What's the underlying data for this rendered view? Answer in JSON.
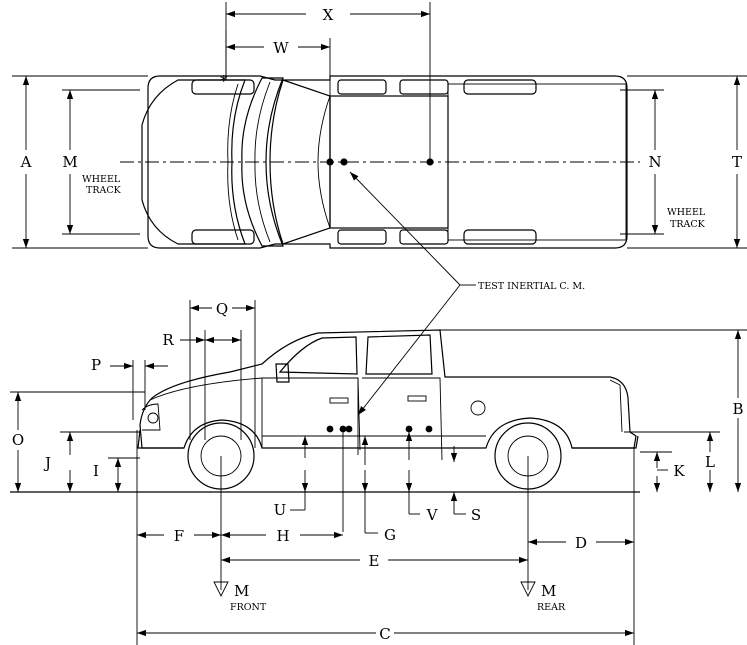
{
  "labels": {
    "A": "A",
    "B": "B",
    "C": "C",
    "D": "D",
    "E": "E",
    "F": "F",
    "G": "G",
    "H": "H",
    "I": "I",
    "J": "J",
    "K": "K",
    "L": "L",
    "M": "M",
    "N": "N",
    "O": "O",
    "P": "P",
    "Q": "Q",
    "R": "R",
    "S": "S",
    "T": "T",
    "U": "U",
    "V": "V",
    "W": "W",
    "X": "X"
  },
  "top_view": {
    "wheel_track_left": [
      "WHEEL",
      "TRACK"
    ],
    "wheel_track_right": [
      "WHEEL",
      "TRACK"
    ],
    "asterisk": "*"
  },
  "callout": "TEST INERTIAL C. M.",
  "side_view": {
    "m_front": {
      "letter": "M",
      "sub": "FRONT"
    },
    "m_rear": {
      "letter": "M",
      "sub": "REAR"
    }
  }
}
